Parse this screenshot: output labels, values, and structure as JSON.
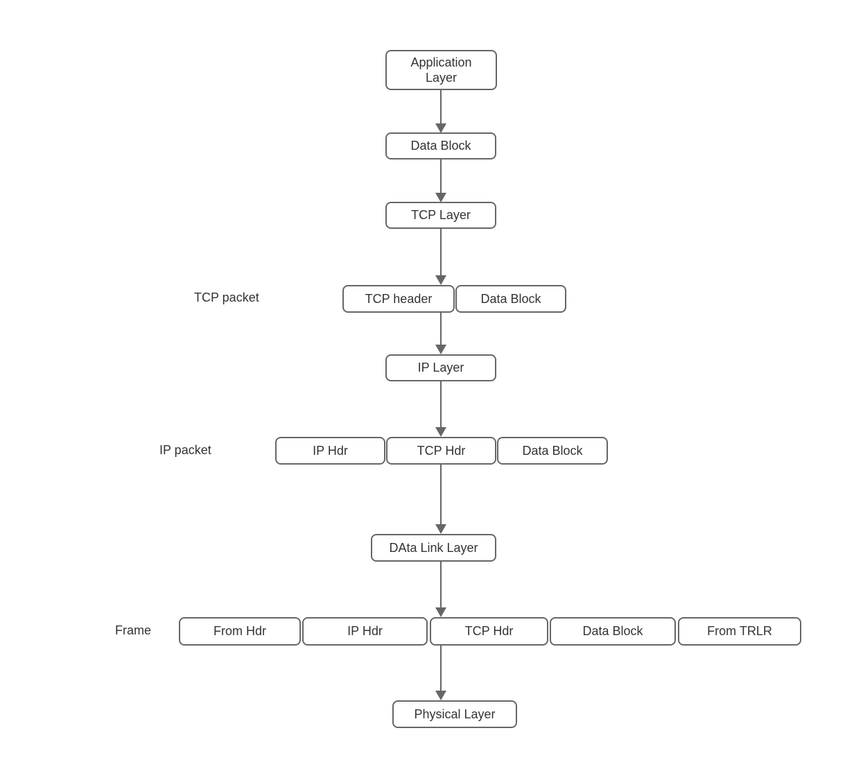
{
  "diagram": {
    "colors": {
      "node_stroke": "#666666",
      "node_fill": "#ffffff",
      "text": "#333333",
      "arrow": "#666666",
      "background": "#ffffff"
    },
    "nodes": {
      "application_layer": "Application Layer",
      "data_block_app": "Data Block",
      "tcp_layer": "TCP Layer",
      "tcp_header": "TCP header",
      "data_block_tcp": "Data Block",
      "ip_layer": "IP Layer",
      "ip_hdr_packet": "IP Hdr",
      "tcp_hdr_packet": "TCP Hdr",
      "data_block_packet": "Data Block",
      "data_link_layer": "DAta Link Layer",
      "frame_from_hdr": "From Hdr",
      "frame_ip_hdr": "IP Hdr",
      "frame_tcp_hdr": "TCP Hdr",
      "frame_data_block": "Data Block",
      "frame_from_trlr": "From TRLR",
      "physical_layer": "Physical Layer"
    },
    "row_labels": {
      "tcp_packet": "TCP packet",
      "ip_packet": "IP packet",
      "frame": "Frame"
    }
  }
}
